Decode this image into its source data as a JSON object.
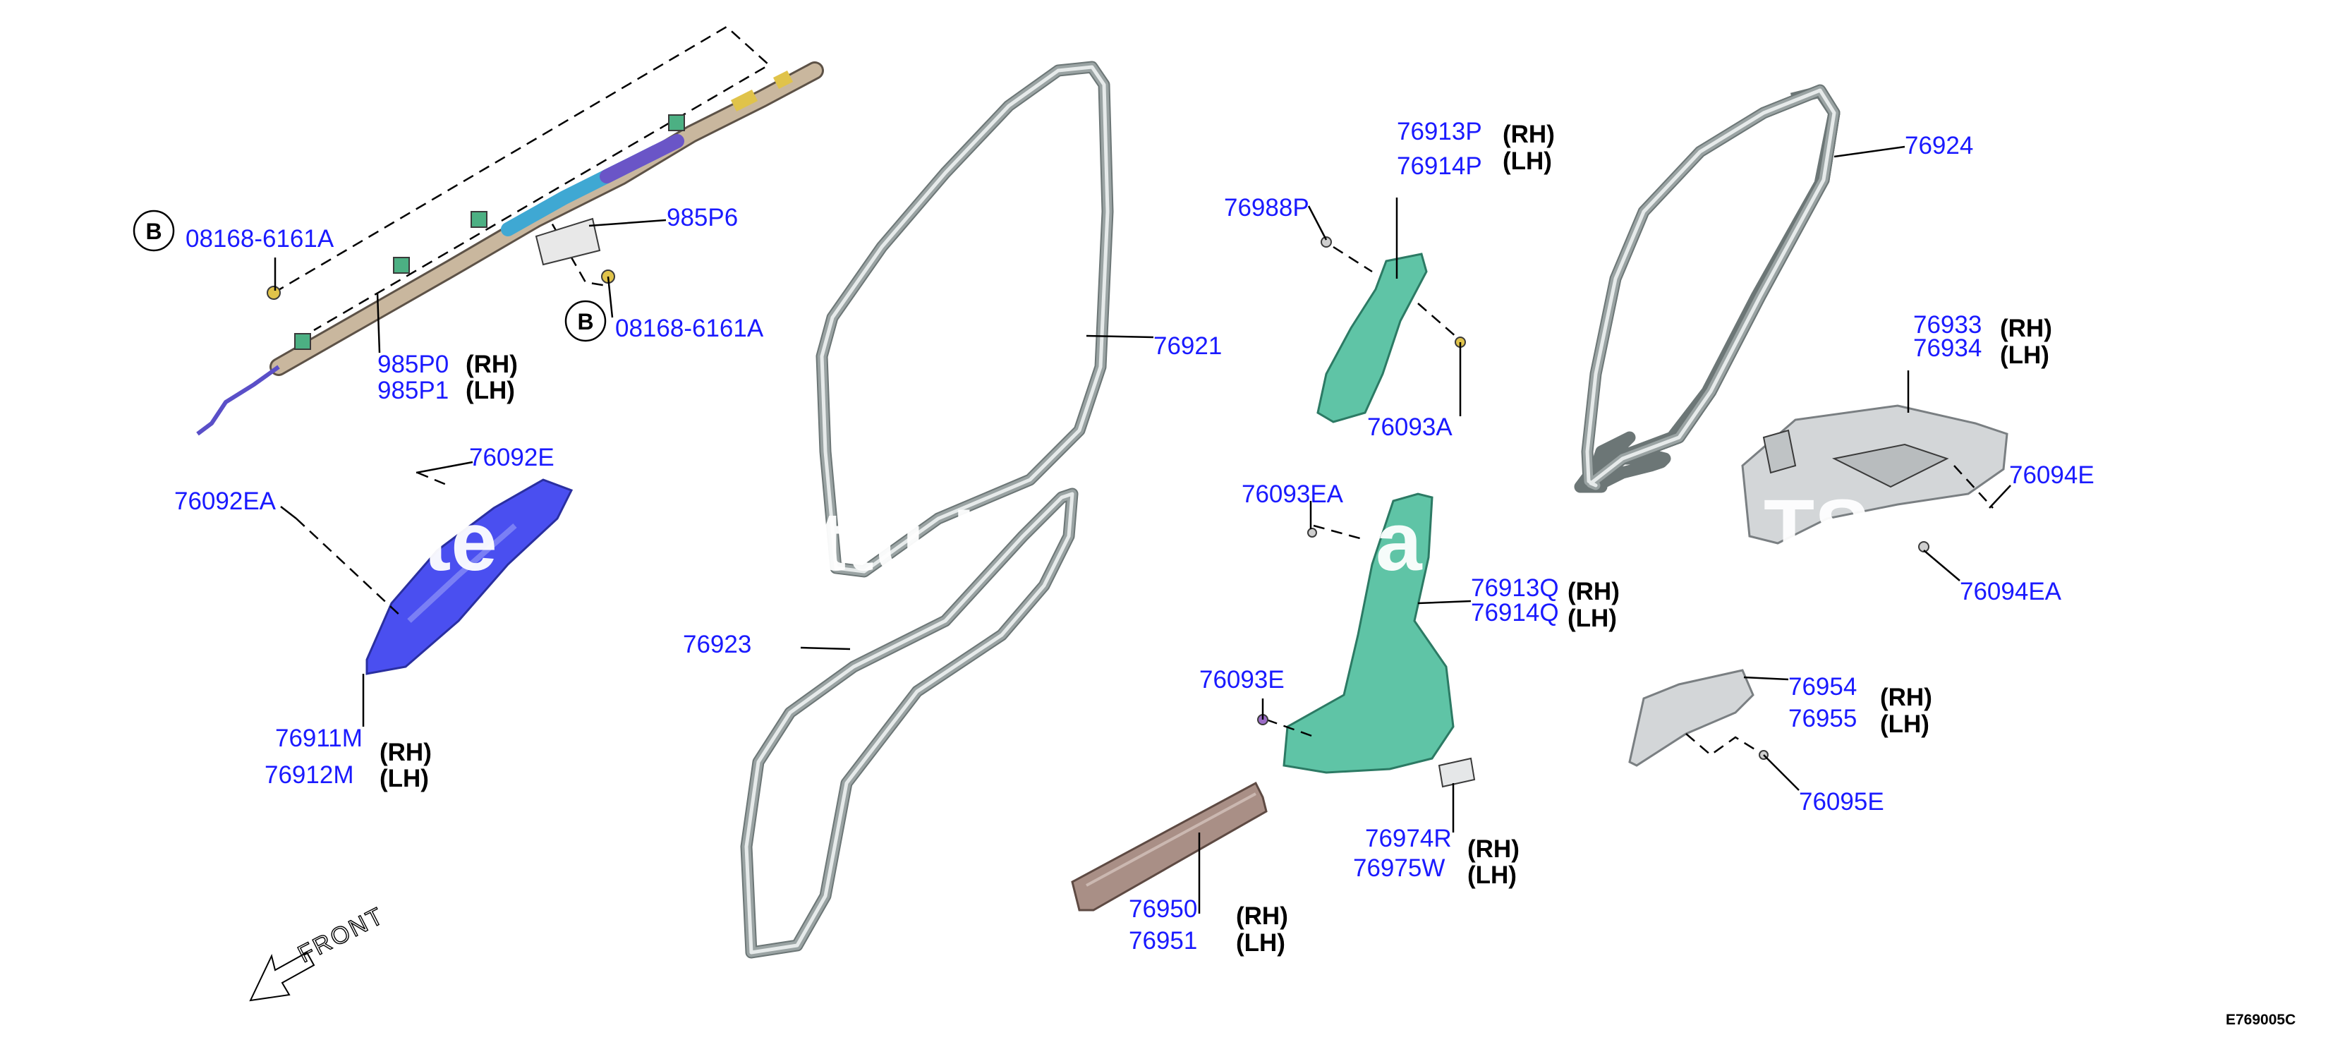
{
  "diagram_code": "E769005C",
  "front_label": "FRONT",
  "watermark": "...",
  "colors": {
    "part_number": "#1a1aff",
    "side_text": "#000000",
    "pillar_trim": "#5fc4a6",
    "front_pillar": "#4a4ff0",
    "seal": "#9aa3a3",
    "kicking_plate": "#a98f86",
    "rear_trim": "#d3d6d8",
    "airbag_harness": "#c9b79e"
  },
  "callout_symbol": "B",
  "parts": {
    "clip_upper": "08168-6161A",
    "clip_lower": "08168-6161A",
    "curtain_airbag_bracket": "985P6",
    "curtain_airbag_rh": "985P0",
    "curtain_airbag_lh": "985P1",
    "front_pillar_clip_e": "76092E",
    "front_pillar_clip_ea": "76092EA",
    "front_pillar_rh": "76911M",
    "front_pillar_lh": "76912M",
    "front_door_seal": "76921",
    "rear_door_seal": "76923",
    "rear_door_opening_seal": "76924",
    "upper_center_pillar_rh": "76913P",
    "upper_center_pillar_lh": "76914P",
    "pillar_clip_p": "76988P",
    "pillar_clip_a": "76093A",
    "pillar_clip_ea": "76093EA",
    "lower_center_pillar_rh": "76913Q",
    "lower_center_pillar_lh": "76914Q",
    "pillar_clip_e": "76093E",
    "lid_rh": "76974R",
    "lid_lh": "76975W",
    "kicking_plate_rh": "76950",
    "kicking_plate_lh": "76951",
    "rear_pillar_rh": "76933",
    "rear_pillar_lh": "76934",
    "rear_clip_e": "76094E",
    "rear_clip_ea": "76094EA",
    "rear_side_trim_rh": "76954",
    "rear_side_trim_lh": "76955",
    "rear_trim_clip": "76095E"
  },
  "sides": {
    "rh": "(RH)",
    "lh": "(LH)"
  }
}
